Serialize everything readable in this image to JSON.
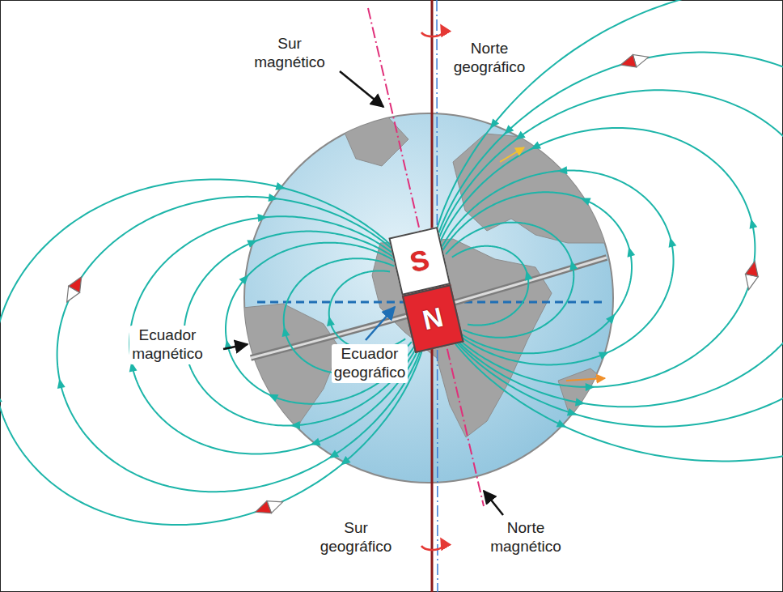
{
  "diagram": {
    "nodes": [
      {
        "text": [
          "S"
        ]
      },
      {
        "text": [
          "N"
        ]
      }
    ],
    "labels": [
      "Sur magnético",
      "Norte geográfico",
      "Ecuador magnético",
      "Ecuador geográfico",
      "Sur geográfico",
      "Norte magnético"
    ]
  }
}
